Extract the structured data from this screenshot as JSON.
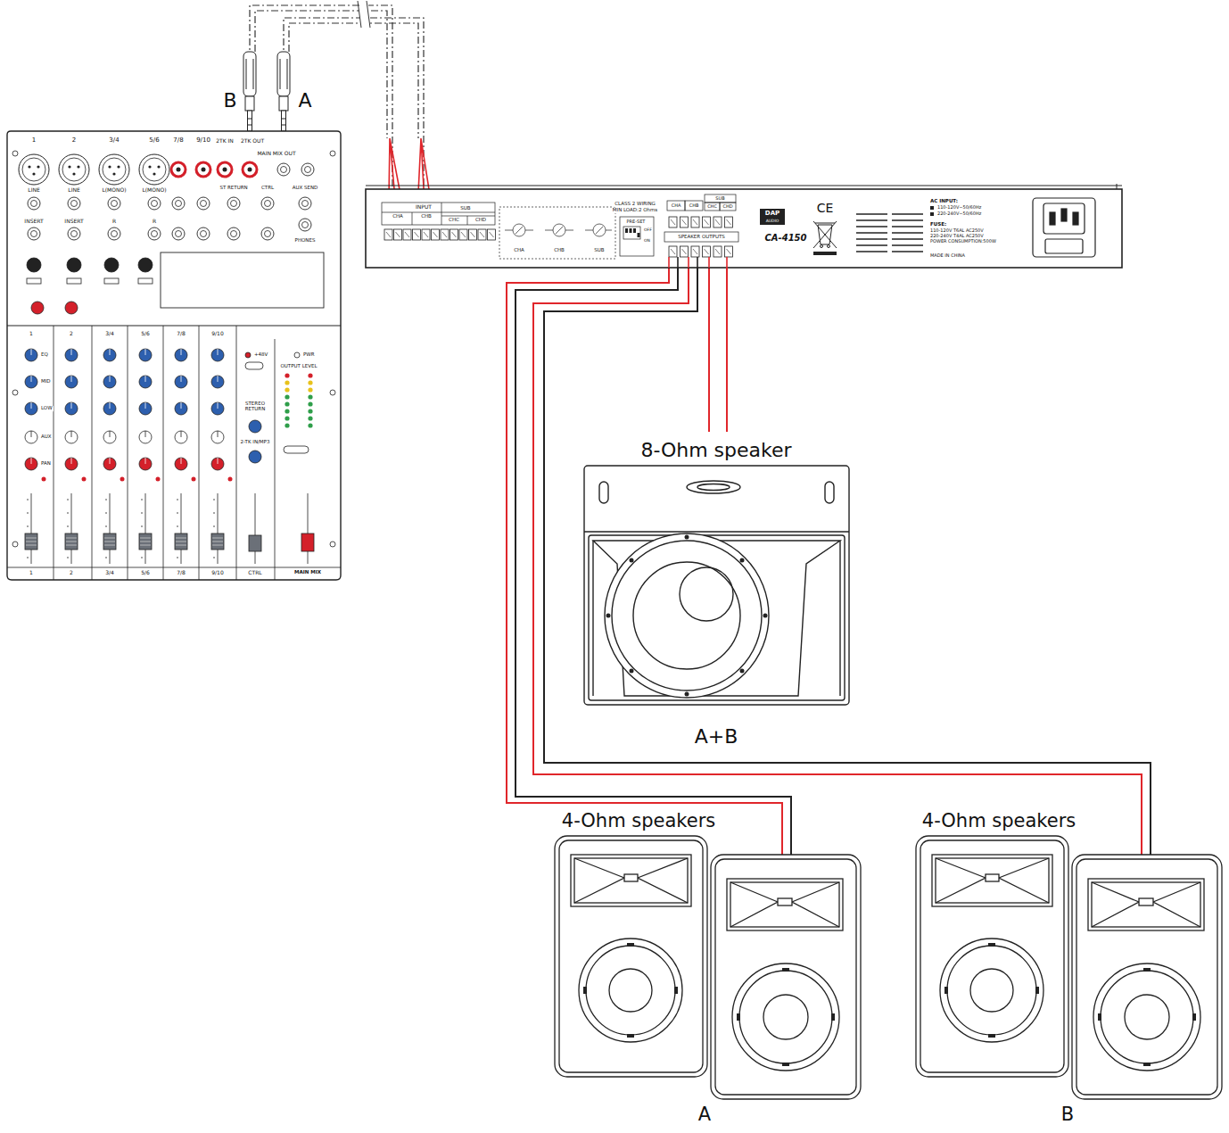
{
  "diagram": {
    "nodes": [
      {
        "text": [
          "MAIN MIX"
        ]
      },
      {
        "text": [
          "CA-4150"
        ]
      },
      {
        "text": [
          "8-Ohm speaker",
          "A+B"
        ]
      },
      {
        "text": [
          "4-Ohm speakers",
          "A"
        ]
      },
      {
        "text": [
          "4-Ohm speakers",
          "B"
        ]
      }
    ],
    "edges": [
      {
        "from": 0,
        "to": 1,
        "label": "A",
        "arrow": "none"
      },
      {
        "from": 0,
        "to": 1,
        "label": "B",
        "arrow": "none"
      },
      {
        "from": 1,
        "to": 2,
        "arrow": "none"
      },
      {
        "from": 1,
        "to": 3,
        "arrow": "none"
      },
      {
        "from": 1,
        "to": 4,
        "arrow": "none"
      }
    ],
    "labels": [
      "1",
      "2",
      "3/4",
      "5/6",
      "7/8",
      "9/10",
      "2TK IN",
      "2TK OUT",
      "MAIN MIX OUT",
      "LINE",
      "LINE",
      "L(MONO)",
      "L(MONO)",
      "INSERT",
      "INSERT",
      "R",
      "R",
      "ST RETURN",
      "CTRL",
      "AUX SEND",
      "PHONES",
      "1",
      "2",
      "3/4",
      "5/6",
      "7/8",
      "9/10",
      "EQ",
      "MID",
      "LOW",
      "AUX",
      "PAN",
      "STEREO RETURN",
      "2-TK IN/MP3",
      "OUTPUT LEVEL",
      "+48V",
      "PWR",
      "1",
      "2",
      "3/4",
      "5/6",
      "7/8",
      "9/10",
      "CTRL",
      "INPUT",
      "CHA",
      "CHB",
      "SUB",
      "CHC",
      "CHD",
      "CHA",
      "CHB",
      "SUB",
      "CLASS 2 WIRING",
      "MIN LOAD:2 Ohms",
      "PRE-SET",
      "OFF",
      "ON",
      "CHA",
      "CHB",
      "SUB",
      "CHC",
      "CHD",
      "SPEAKER OUTPUTS",
      "DAP",
      "AUDIO",
      "CE",
      "AC INPUT:",
      "110-120V~50/60Hz",
      "220-240V~50/60Hz",
      "FUSE:",
      "110-120V T6AL AC250V",
      "220-240V T4AL AC250V",
      "POWER CONSUMPTION:500W",
      "MADE IN CHINA"
    ]
  }
}
